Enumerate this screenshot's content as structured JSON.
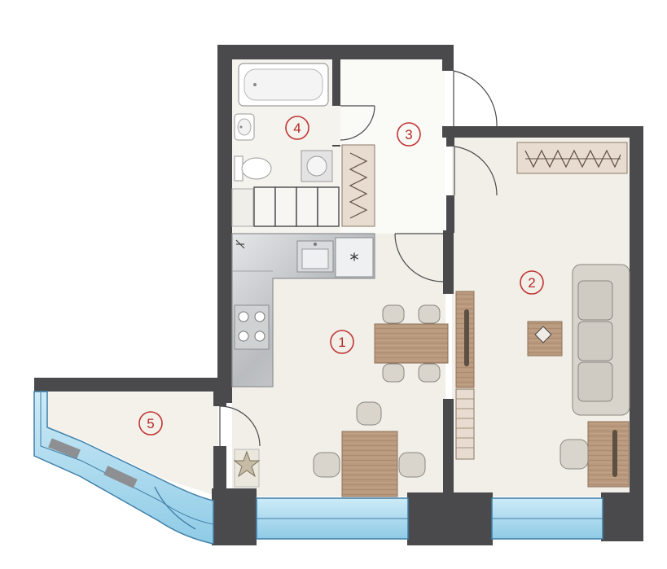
{
  "plan": {
    "rooms": [
      {
        "number": "1",
        "kind": "kitchen-dining"
      },
      {
        "number": "2",
        "kind": "living-room"
      },
      {
        "number": "3",
        "kind": "hallway"
      },
      {
        "number": "4",
        "kind": "bathroom"
      },
      {
        "number": "5",
        "kind": "balcony"
      }
    ],
    "colors": {
      "wall": "#4a4a4c",
      "floor": "#f1efe8",
      "wet_floor": "#f5f3ee",
      "glass": "#a9d8ee",
      "glass_edge": "#3f7fa8",
      "wood": "#b5957a",
      "upholstery": "#d8d4cc",
      "steel": "#c9cbcd",
      "badge": "#c23434"
    }
  }
}
